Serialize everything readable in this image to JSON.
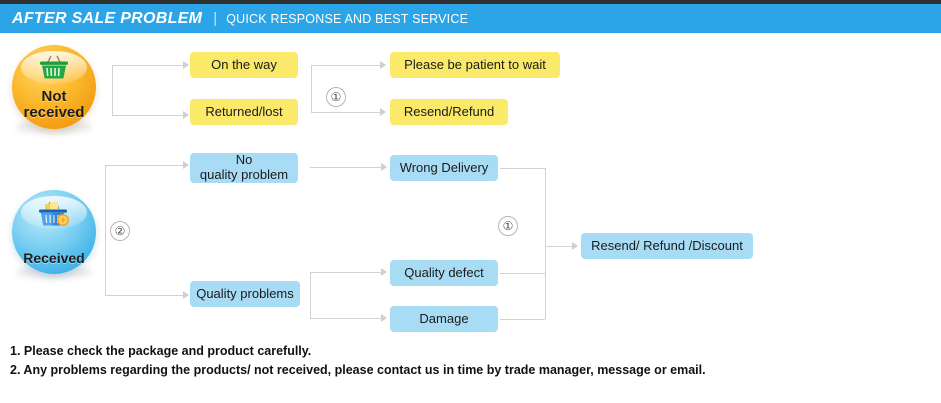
{
  "header": {
    "title": "AFTER SALE PROBLEM",
    "separator": "|",
    "subtitle": "QUICK RESPONSE AND BEST SERVICE",
    "bg_color": "#2ca5e8",
    "text_color": "#ffffff"
  },
  "badges": {
    "not_received": {
      "label_line1": "Not",
      "label_line2": "received",
      "icon": "shopping-basket-icon",
      "icon_glyph": "🛒",
      "color": "#f5a91c"
    },
    "received": {
      "label": "Received",
      "icon": "shopping-basket-icon",
      "icon_glyph": "🛒",
      "color": "#3fb3e8"
    }
  },
  "flow": {
    "not_received_branch": {
      "marker": "①",
      "nodes": [
        {
          "id": "on-the-way",
          "label": "On the way",
          "color": "#fbe96a"
        },
        {
          "id": "returned-lost",
          "label": "Returned/lost",
          "color": "#fbe96a"
        },
        {
          "id": "be-patient",
          "label": "Please be patient to wait",
          "color": "#fbe96a"
        },
        {
          "id": "resend-refund",
          "label": "Resend/Refund",
          "color": "#fbe96a"
        }
      ]
    },
    "received_branch": {
      "marker_left": "②",
      "marker_right": "①",
      "nodes": [
        {
          "id": "no-quality-problem",
          "label_line1": "No",
          "label_line2": "quality problem",
          "color": "#a8dcf5"
        },
        {
          "id": "quality-problems",
          "label": "Quality problems",
          "color": "#a8dcf5"
        },
        {
          "id": "wrong-delivery",
          "label": "Wrong Delivery",
          "color": "#a8dcf5"
        },
        {
          "id": "quality-defect",
          "label": "Quality defect",
          "color": "#a8dcf5"
        },
        {
          "id": "damage",
          "label": "Damage",
          "color": "#a8dcf5"
        },
        {
          "id": "resend-refund-discount",
          "label": "Resend/ Refund /Discount",
          "color": "#a8dcf5"
        }
      ]
    }
  },
  "footer": {
    "note1": "1. Please check the package and product carefully.",
    "note2": "2. Any problems regarding the products/ not received, please contact us in time by trade manager, message or email."
  }
}
